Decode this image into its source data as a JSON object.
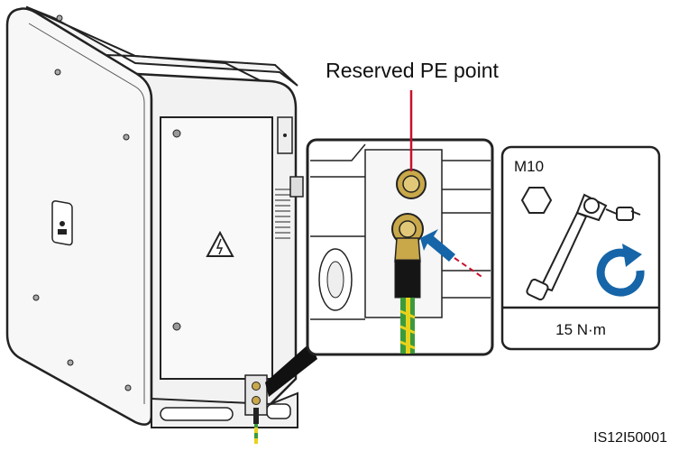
{
  "callout": {
    "label": "Reserved PE point"
  },
  "tool_panel": {
    "bolt_size": "M10",
    "torque": "15 N·m"
  },
  "figure_id": "IS12I50001",
  "colors": {
    "callout_line": "#c8102e",
    "arrow_blue": "#1565a8",
    "wire_green": "#3c9a3c",
    "wire_yellow": "#e8d21c",
    "bolt_brass": "#c9a84a"
  }
}
